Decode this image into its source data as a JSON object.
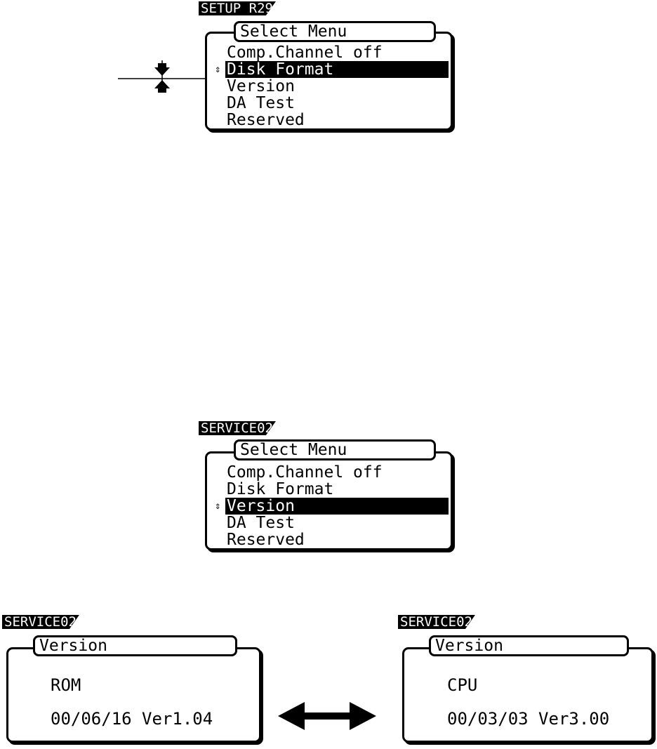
{
  "screens": {
    "setup": {
      "header": "SETUP R29",
      "title": "Select Menu",
      "items": [
        "Comp.Channel off",
        "Disk Format",
        "Version",
        "DA Test",
        "Reserved"
      ],
      "selected": 1
    },
    "service_menu": {
      "header": "SERVICE02",
      "title": "Select Menu",
      "items": [
        "Comp.Channel off",
        "Disk Format",
        "Version",
        "DA Test",
        "Reserved"
      ],
      "selected": 2
    },
    "version_rom": {
      "header": "SERVICE02",
      "title": "Version",
      "label": "ROM",
      "value": "00/06/16 Ver1.04"
    },
    "version_cpu": {
      "header": "SERVICE02",
      "title": "Version",
      "label": "CPU",
      "value": "00/03/03 Ver3.00"
    }
  },
  "cursor_glyph": "⇕",
  "icons": {
    "callout": "up-down-arrows-icon",
    "toggle": "double-headed-arrow-icon"
  }
}
